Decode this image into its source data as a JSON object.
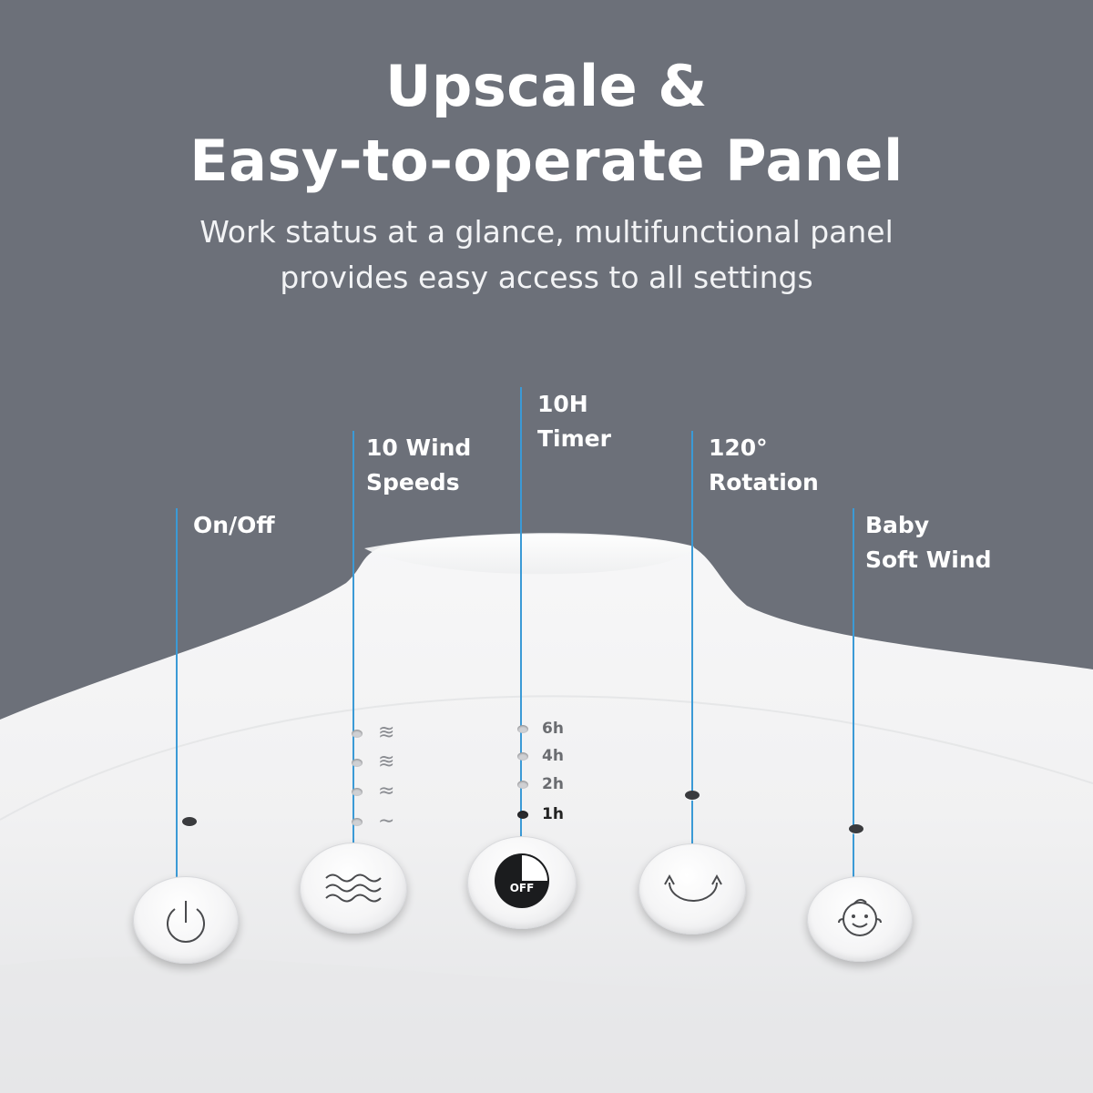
{
  "title": {
    "line1": "Upscale &",
    "line2": "Easy-to-operate Panel"
  },
  "subtitle": {
    "line1": "Work status at a glance, multifunctional panel",
    "line2": "provides easy access to all settings"
  },
  "features": {
    "power": {
      "line1": "On/Off"
    },
    "wind_speeds": {
      "line1": "10 Wind",
      "line2": "Speeds"
    },
    "timer": {
      "line1": "10H",
      "line2": "Timer"
    },
    "rotation": {
      "line1": "120°",
      "line2": "Rotation"
    },
    "baby_wind": {
      "line1": "Baby",
      "line2": "Soft Wind"
    }
  },
  "speed_indicators": [
    {
      "glyph": "≋",
      "active": false
    },
    {
      "glyph": "≋",
      "active": false
    },
    {
      "glyph": "≈",
      "active": false
    },
    {
      "glyph": "∼",
      "active": false
    }
  ],
  "timer_indicators": [
    {
      "label": "6h",
      "active": false
    },
    {
      "label": "4h",
      "active": false
    },
    {
      "label": "2h",
      "active": false
    },
    {
      "label": "1h",
      "active": true
    }
  ],
  "timer_button_text": "OFF",
  "colors": {
    "background": "#6c7079",
    "callout_line": "#3b9ad6",
    "panel": "#f4f4f5"
  },
  "icons": {
    "power_button": "power-icon",
    "wind_button": "wind-waves-icon",
    "timer_button": "timer-pie-icon",
    "rotation_button": "rotation-arrows-icon",
    "baby_button": "baby-face-icon"
  }
}
